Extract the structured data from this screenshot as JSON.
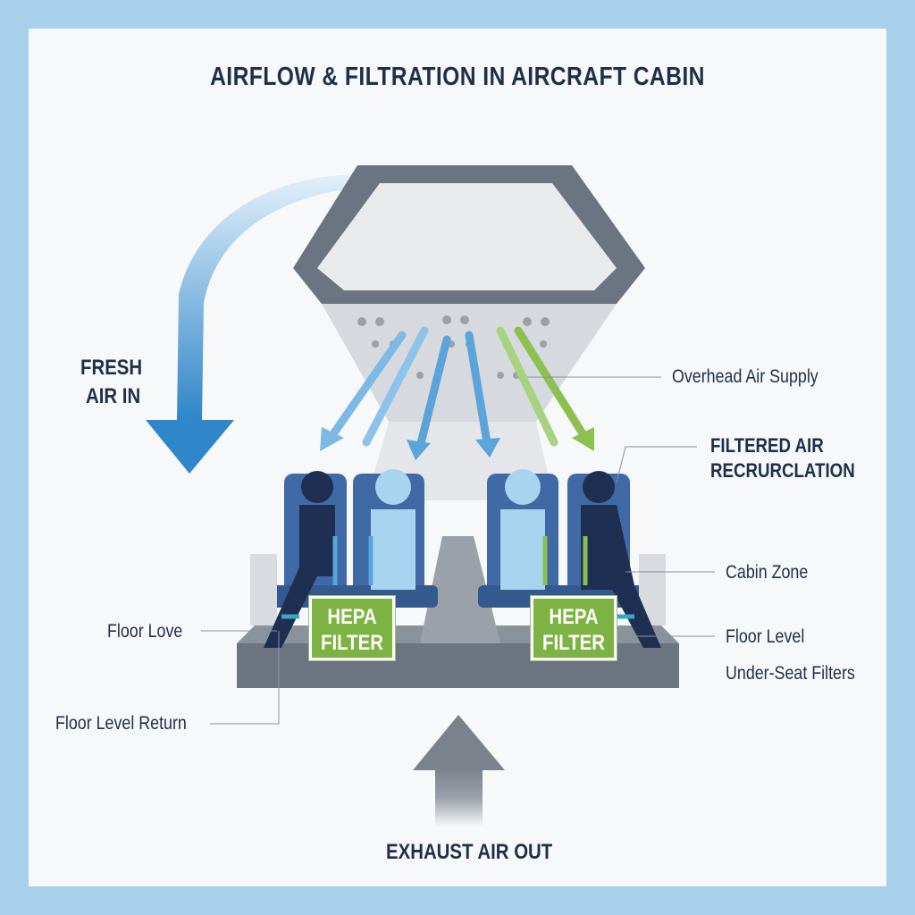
{
  "title": "AIRFLOW & FILTRATION IN AIRCRAFT CABIN",
  "labels": {
    "fresh_air_line1": "FRESH",
    "fresh_air_line2": "AIR IN",
    "overhead": "Overhead Air Supply",
    "recirc_line1": "FILTERED AIR",
    "recirc_line2": "RECRURCLATION",
    "cabin_zone": "Cabin Zone",
    "floor_love": "Floor Love",
    "floor_level": "Floor Level",
    "under_seat": "Under-Seat Filters",
    "floor_return": "Floor Level Return",
    "exhaust": "EXHAUST AIR OUT"
  },
  "hepa_left": {
    "line1": "HEPA",
    "line2": "FILTER"
  },
  "hepa_right": {
    "line1": "HEPA",
    "line2": "FILTER"
  },
  "colors": {
    "border": "#a9d0ea",
    "fresh_air": "#2f86c8",
    "recirc": "#8cc152",
    "seat": "#3f6aa6",
    "fuselage": "#6b7480",
    "exhaust": "#8a9099"
  }
}
